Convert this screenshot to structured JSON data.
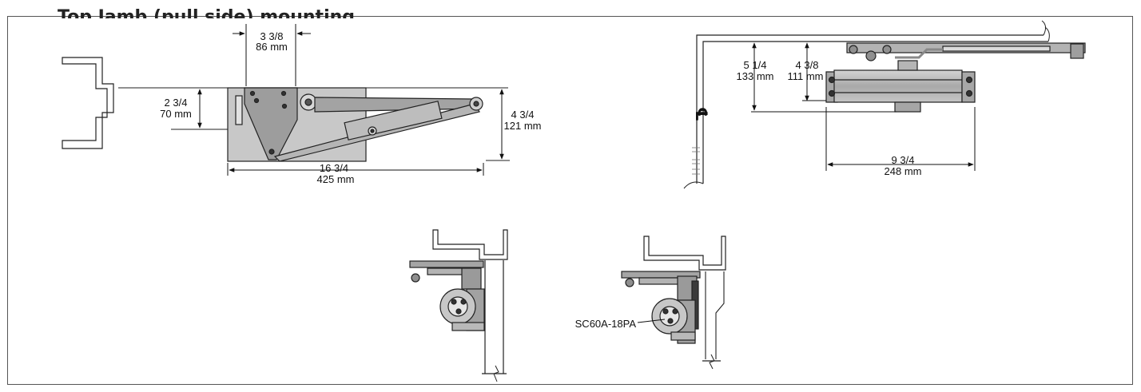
{
  "heading": "Top Jamb (pull side) mounting",
  "dimensions": {
    "d1_in": "3 3/8",
    "d1_mm": "86 mm",
    "d2_in": "2 3/4",
    "d2_mm": "70 mm",
    "d3_in": "4 3/4",
    "d3_mm": "121 mm",
    "d4_in": "16 3/4",
    "d4_mm": "425 mm",
    "d5_in": "5 1/4",
    "d5_mm": "133 mm",
    "d6_in": "4 3/8",
    "d6_mm": "111 mm",
    "d7_in": "9 3/4",
    "d7_mm": "248 mm"
  },
  "centerline_symbol": "℄",
  "part_callout": "SC60A-18PA"
}
